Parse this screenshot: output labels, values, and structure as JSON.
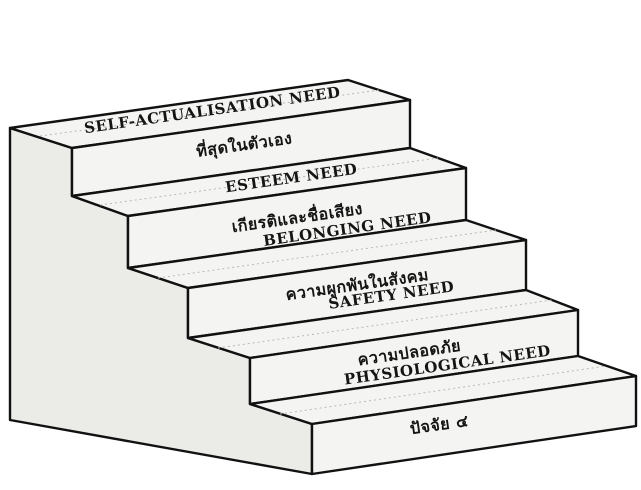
{
  "steps": [
    {
      "tread": "SELF-ACTUALISATION NEED",
      "riser": "ที่สุดในตัวเอง"
    },
    {
      "tread": "ESTEEM NEED",
      "riser": "เกียรติและชื่อเสียง"
    },
    {
      "tread": "BELONGING NEED",
      "riser": "ความผูกพันในสังคม"
    },
    {
      "tread": "SAFETY NEED",
      "riser": "ความปลอดภัย"
    },
    {
      "tread": "PHYSIOLOGICAL NEED",
      "riser": "ปัจจัย ๔"
    }
  ]
}
